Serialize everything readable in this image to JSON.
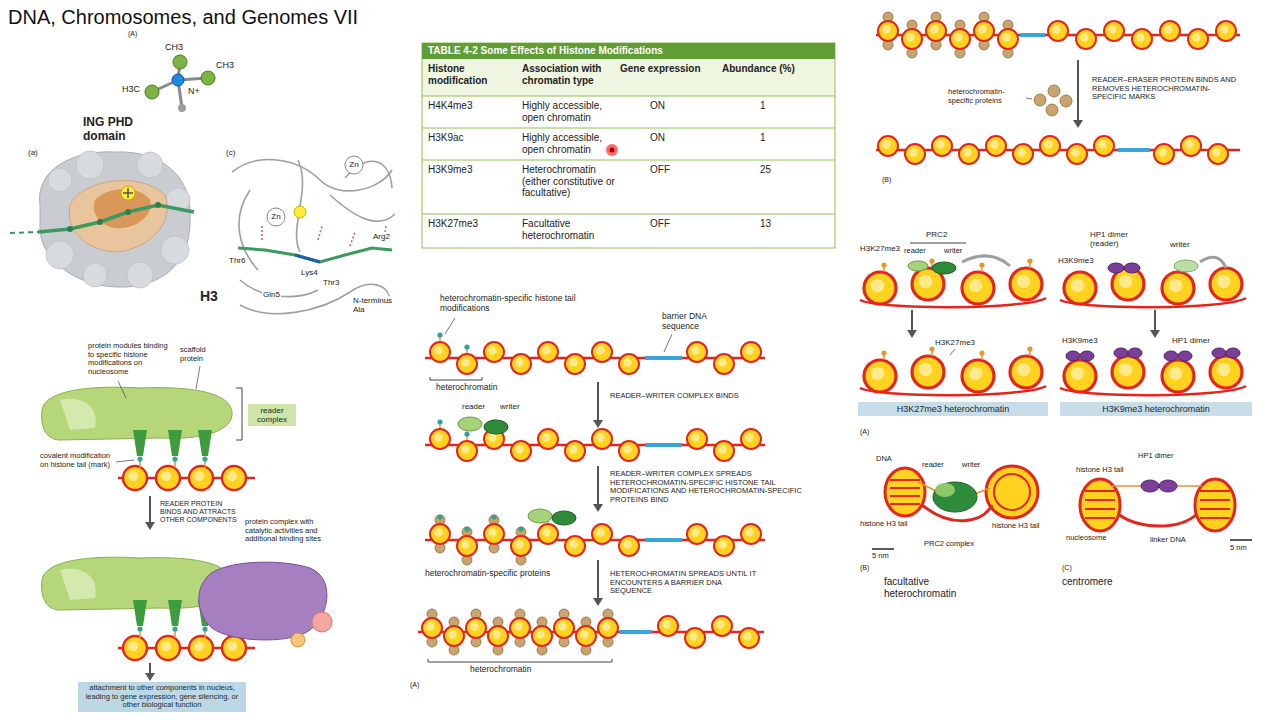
{
  "diagram": {
    "title": "DNA, Chromosomes, and Genomes VII",
    "nodes": [
      {
        "text": [
          "TABLE 4-2 Some Effects of Histone Modifications"
        ]
      },
      {
        "text": [
          "reader complex"
        ]
      },
      {
        "text": [
          "attachment to other components in nucleus, leading to gene expression, gene silencing, or other biological function"
        ]
      },
      {
        "text": [
          "H3K27me3 heterochromatin"
        ]
      },
      {
        "text": [
          "H3K9me3 heterochromatin"
        ]
      }
    ],
    "labels": [
      "(A)",
      "CH3",
      "CH3",
      "H3C",
      "N+",
      "ING PHD domain",
      "(a)",
      "(c)",
      "H3",
      "Zn",
      "Zn",
      "Lys4",
      "Arg2",
      "Thr6",
      "Thr3",
      "Gln5",
      "N-terminus Ala",
      "Histone modification",
      "Association with chromatin type",
      "Gene expression",
      "Abundance (%)",
      "H4K4me3",
      "Highly accessible, open chromatin",
      "ON",
      "1",
      "H3K9ac",
      "Highly accessible, open chromatin",
      "ON",
      "1",
      "H3K9me3",
      "Heterochromatin (either constitutive or facultative)",
      "OFF",
      "25",
      "H3K27me3",
      "Facultative heterochromatin",
      "OFF",
      "13",
      "heterochromatin-specific histone tail modifications",
      "barrier DNA sequence",
      "heterochromatin",
      "READER–WRITER COMPLEX BINDS",
      "reader",
      "writer",
      "READER–WRITER COMPLEX SPREADS HETEROCHROMATIN-SPECIFIC HISTONE TAIL MODIFICATIONS AND HETEROCHROMATIN-SPECIFIC PROTEINS BIND",
      "heterochromatin-specific proteins",
      "HETEROCHROMATIN SPREADS UNTIL IT ENCOUNTERS A BARRIER DNA SEQUENCE",
      "heterochromatin",
      "(A)",
      "protein modules binding to specific histone modifications on nucleosome",
      "scaffold protein",
      "covalent modification on histone tail (mark)",
      "READER PROTEIN BINDS AND ATTRACTS OTHER COMPONENTS",
      "protein complex with catalytic activities and additional binding sites",
      "READER–ERASER PROTEIN BINDS AND REMOVES HETEROCHROMATIN-SPECIFIC MARKS",
      "heterochromatin-specific proteins",
      "(B)",
      "H3K27me3",
      "PRC2",
      "reader",
      "writer",
      "H3K27me3",
      "HP1 dimer (reader)",
      "writer",
      "H3K9me3",
      "H3K9me3",
      "HP1 dimer",
      "(A)",
      "DNA",
      "reader",
      "writer",
      "histone H3 tail",
      "histone H3 tail",
      "5 nm",
      "PRC2 complex",
      "(B)",
      "facultative heterochromatin",
      "HP1 dimer",
      "histone H3 tail",
      "nucleosome",
      "linker DNA",
      "5 nm",
      "(C)",
      "centromere"
    ]
  }
}
